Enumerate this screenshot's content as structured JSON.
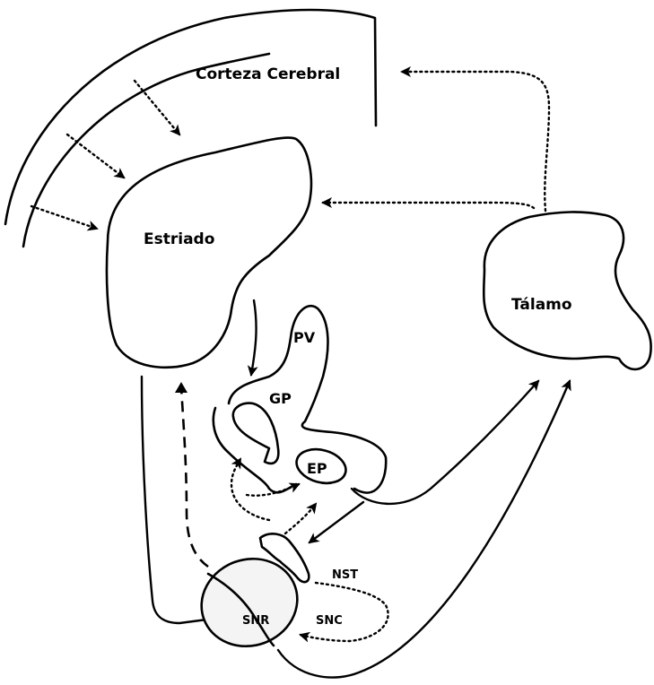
{
  "labels": {
    "cortex": "Corteza Cerebral",
    "striatum": "Estriado",
    "thalamus": "Tálamo",
    "pv": "PV",
    "gp": "GP",
    "ep": "EP",
    "nst": "NST",
    "snr": "SNR",
    "snc": "SNC"
  }
}
